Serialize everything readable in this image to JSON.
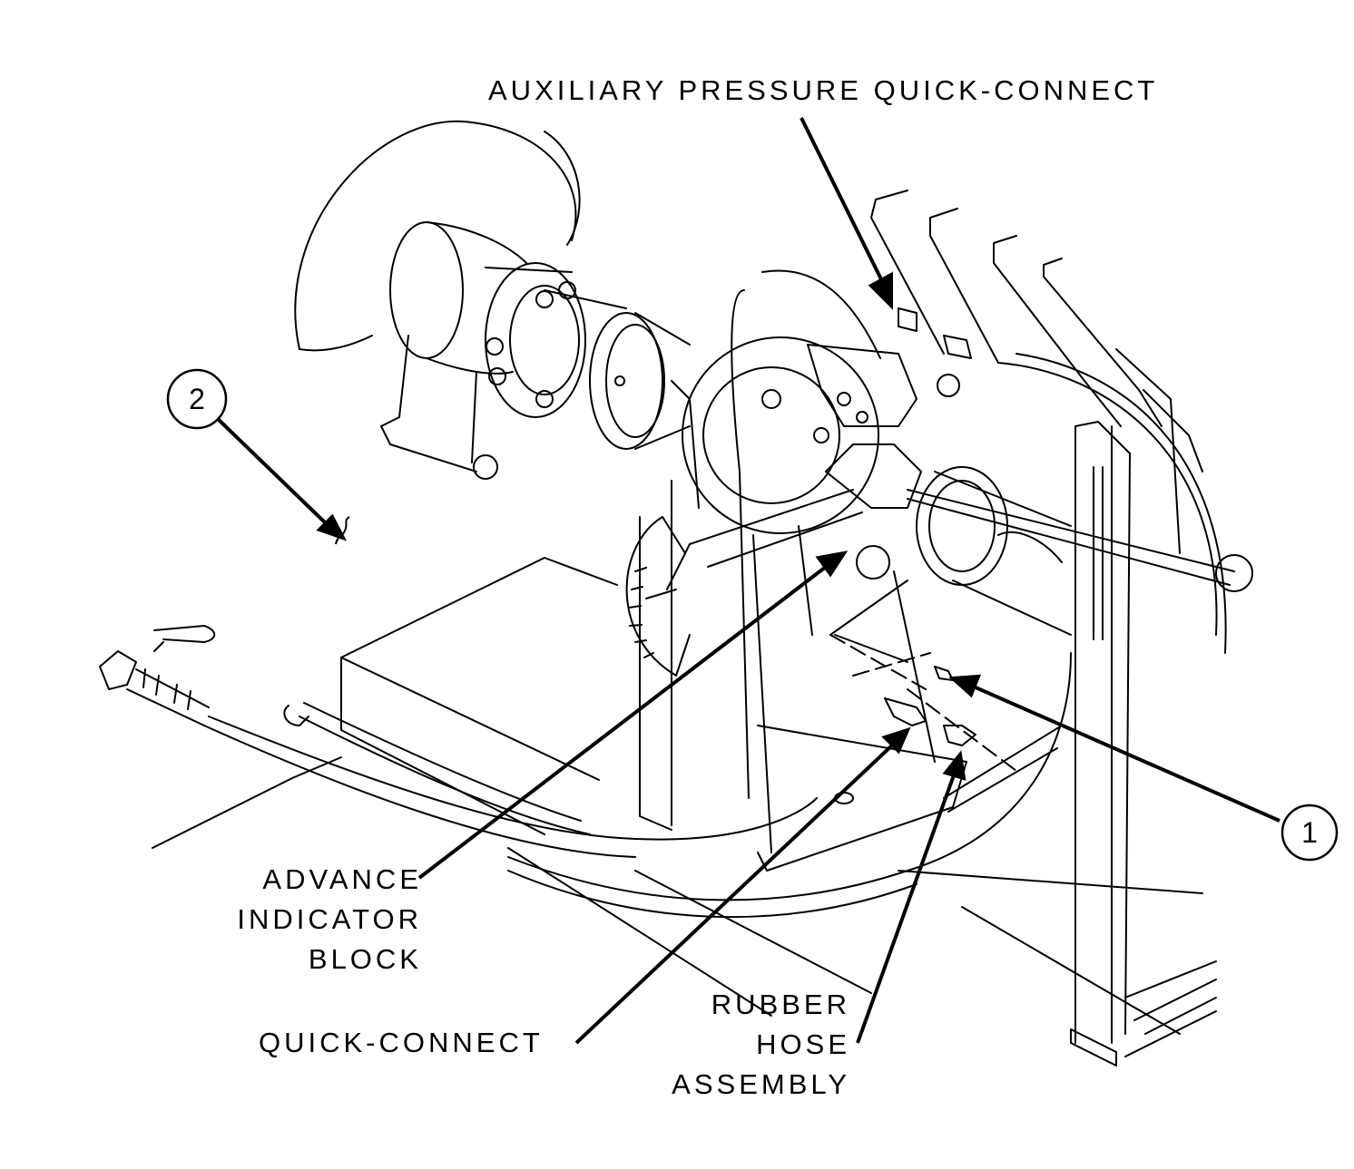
{
  "labels": {
    "aux_quick_connect": "AUXILIARY PRESSURE QUICK-CONNECT",
    "advance_block": [
      "ADVANCE",
      "INDICATOR",
      "BLOCK"
    ],
    "quick_connect": "QUICK-CONNECT",
    "rubber_hose": [
      "RUBBER",
      "HOSE",
      "ASSEMBLY"
    ]
  },
  "callouts": {
    "one": "1",
    "two": "2"
  }
}
